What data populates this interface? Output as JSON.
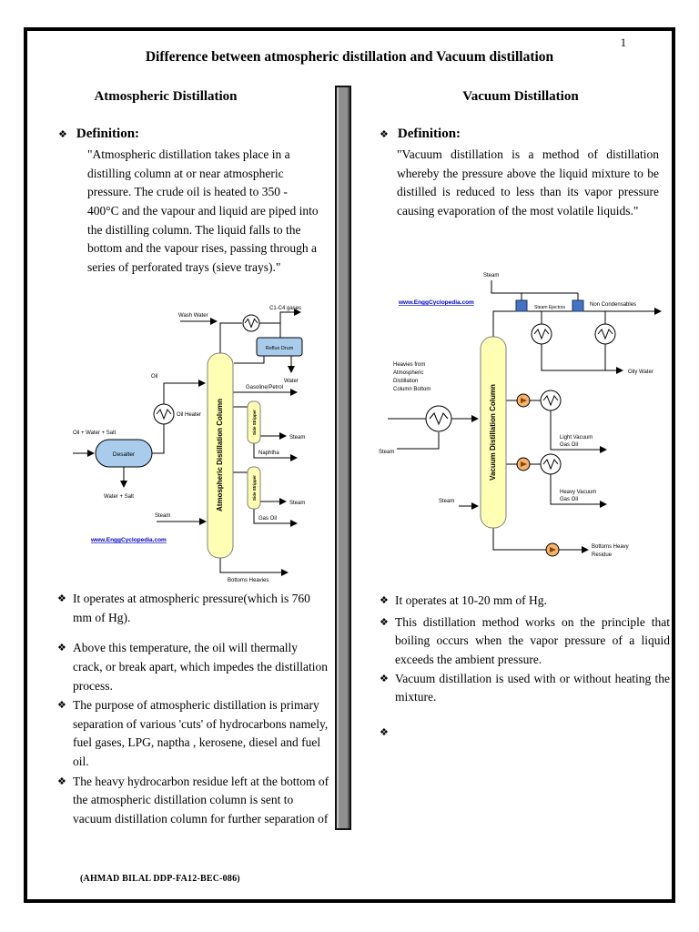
{
  "glyphs": {
    "bullet": "❖"
  },
  "page": {
    "number": "1",
    "title": "Difference between atmospheric distillation and Vacuum distillation",
    "footer": "(AHMAD BILAL DDP-FA12-BEC-086)"
  },
  "left": {
    "heading": "Atmospheric Distillation",
    "definition_label": "Definition:",
    "definition": "\"Atmospheric distillation takes place in a distilling column at or near atmospheric pressure. The crude oil is heated to 350 - 400°C and the vapour and liquid are piped into the distilling column. The liquid falls to the bottom and the vapour rises, passing through a series of perforated trays (sieve trays).\"",
    "bullets": [
      "It operates at atmospheric pressure(which is 760 mm of Hg).",
      "Above this temperature, the oil will thermally crack, or break apart, which impedes the distillation process.",
      "The purpose of atmospheric distillation is primary separation of various 'cuts' of hydrocarbons namely, fuel gases, LPG, naptha , kerosene, diesel and fuel oil.",
      "The heavy hydrocarbon residue left at the bottom of the atmospheric distillation column is sent to vacuum distillation column for further separation of"
    ],
    "diagram": {
      "wash_water": "Wash Water",
      "c1c4_gases": "C1-C4 gases",
      "oil": "Oil",
      "oil_heater": "Oil Heater",
      "reflux_drum": "Reflux Drum",
      "water": "Water",
      "gasoline_petrol": "Gasoline/Petrol",
      "oil_water_salt": "Oil + Water + Salt",
      "desalter": "Desalter",
      "water_salt": "Water + Salt",
      "column": "Atmospheric Distillation Column",
      "side_stripper": "Side Stripper",
      "steam": "Steam",
      "naphtha": "Naphtha",
      "gas_oil": "Gas Oil",
      "bottoms_heavies": "Bottoms Heavies",
      "link": "www.EnggCyclopedia.com"
    }
  },
  "right": {
    "heading": "Vacuum Distillation",
    "definition_label": "Definition:",
    "definition": "\"Vacuum distillation is a method of distillation whereby the pressure above the liquid mixture to be distilled is reduced to less than its vapor pressure causing evaporation of the most volatile liquids.\"",
    "bullets": [
      "It operates at 10-20 mm of Hg.",
      "This distillation method works on the principle that boiling occurs when the vapor pressure of a liquid exceeds the ambient pressure.",
      "Vacuum distillation is used with or without heating the mixture."
    ],
    "diagram": {
      "steam": "Steam",
      "steam_ejectors": "Steam Ejectors",
      "non_condensables": "Non Condensables",
      "link": "www.EnggCyclopedia.com",
      "heavies_line1": "Heavies from",
      "heavies_line2": "Atmospheric",
      "heavies_line3": "Distillation",
      "heavies_line4": "Column Bottom",
      "column": "Vacuum Distillation Column",
      "oily_water": "Oily Water",
      "lvgo_line1": "Light Vacuum",
      "lvgo_line2": "Gas Oil",
      "hvgo_line1": "Heavy Vacuum",
      "hvgo_line2": "Gas Oil",
      "bottoms_line1": "Bottoms Heavy",
      "bottoms_line2": "Residue"
    }
  }
}
